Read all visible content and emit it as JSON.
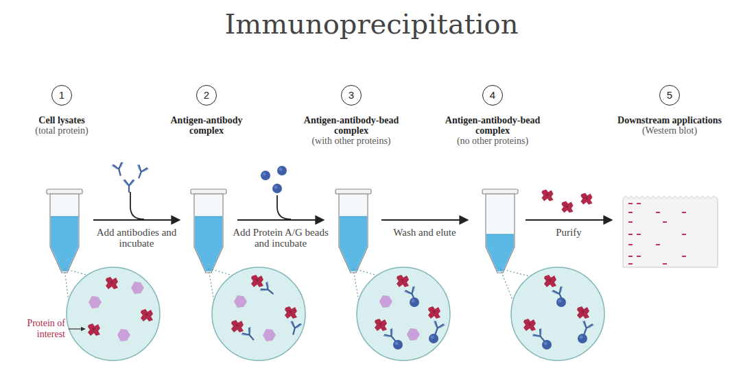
{
  "diagram": {
    "title": "Immunoprecipitation",
    "nodes": [
      {
        "text": [
          "1",
          "Cell lysates",
          "(total protein)"
        ]
      },
      {
        "text": [
          "2",
          "Antigen-antibody complex"
        ]
      },
      {
        "text": [
          "3",
          "Antigen-antibody-bead complex",
          "(with other proteins)"
        ]
      },
      {
        "text": [
          "4",
          "Antigen-antibody-bead complex",
          "(no other proteins)"
        ]
      },
      {
        "text": [
          "5",
          "Downstream applications",
          "(Western blot)"
        ]
      }
    ],
    "labels": [
      "Add antibodies and incubate",
      "Add Protein A/G beads and incubate",
      "Wash and elute",
      "Purify",
      "Protein of interest"
    ]
  }
}
